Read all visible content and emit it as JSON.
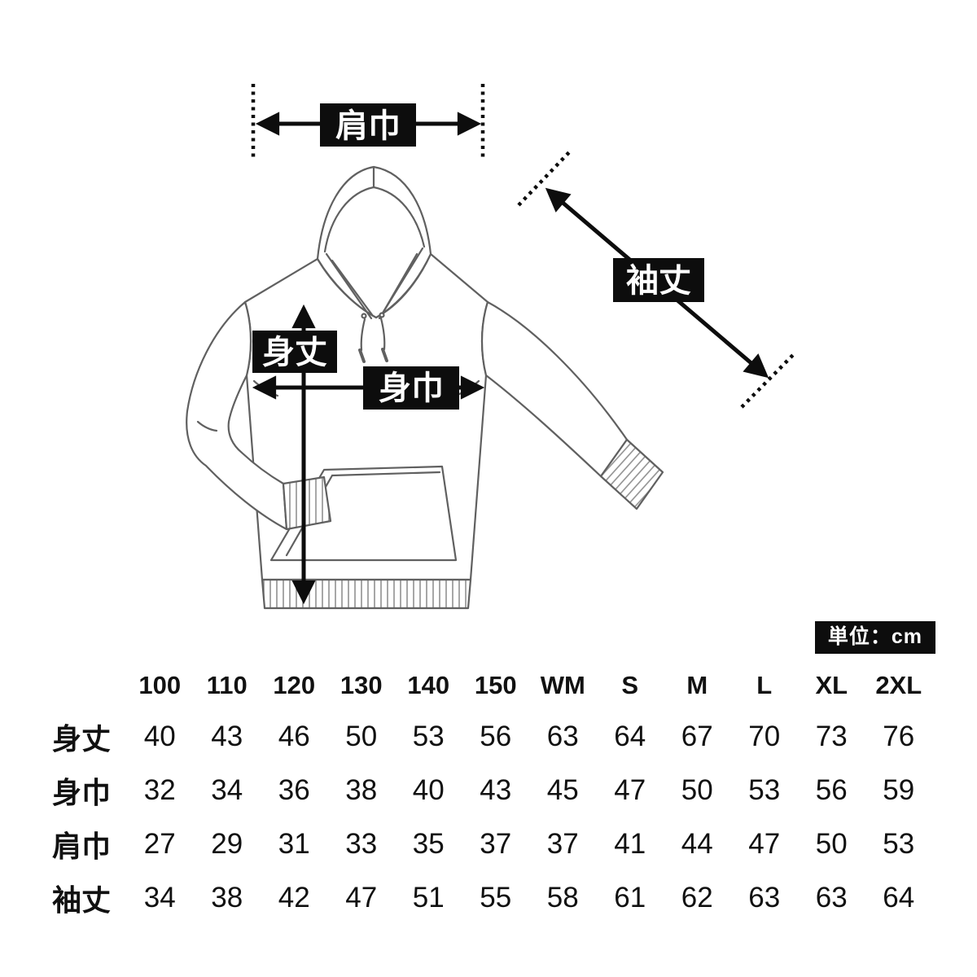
{
  "unit_label": "単位：cm",
  "diagram": {
    "labels": {
      "shoulder_width": "肩巾",
      "sleeve_length": "袖丈",
      "body_length": "身丈",
      "body_width": "身巾"
    }
  },
  "chart_data": {
    "type": "table",
    "unit": "cm",
    "columns": [
      "100",
      "110",
      "120",
      "130",
      "140",
      "150",
      "WM",
      "S",
      "M",
      "L",
      "XL",
      "2XL"
    ],
    "rows": [
      {
        "label": "身丈",
        "values": [
          40,
          43,
          46,
          50,
          53,
          56,
          63,
          64,
          67,
          70,
          73,
          76
        ]
      },
      {
        "label": "身巾",
        "values": [
          32,
          34,
          36,
          38,
          40,
          43,
          45,
          47,
          50,
          53,
          56,
          59
        ]
      },
      {
        "label": "肩巾",
        "values": [
          27,
          29,
          31,
          33,
          35,
          37,
          37,
          41,
          44,
          47,
          50,
          53
        ]
      },
      {
        "label": "袖丈",
        "values": [
          34,
          38,
          42,
          47,
          51,
          55,
          58,
          61,
          62,
          63,
          63,
          64
        ]
      }
    ]
  }
}
